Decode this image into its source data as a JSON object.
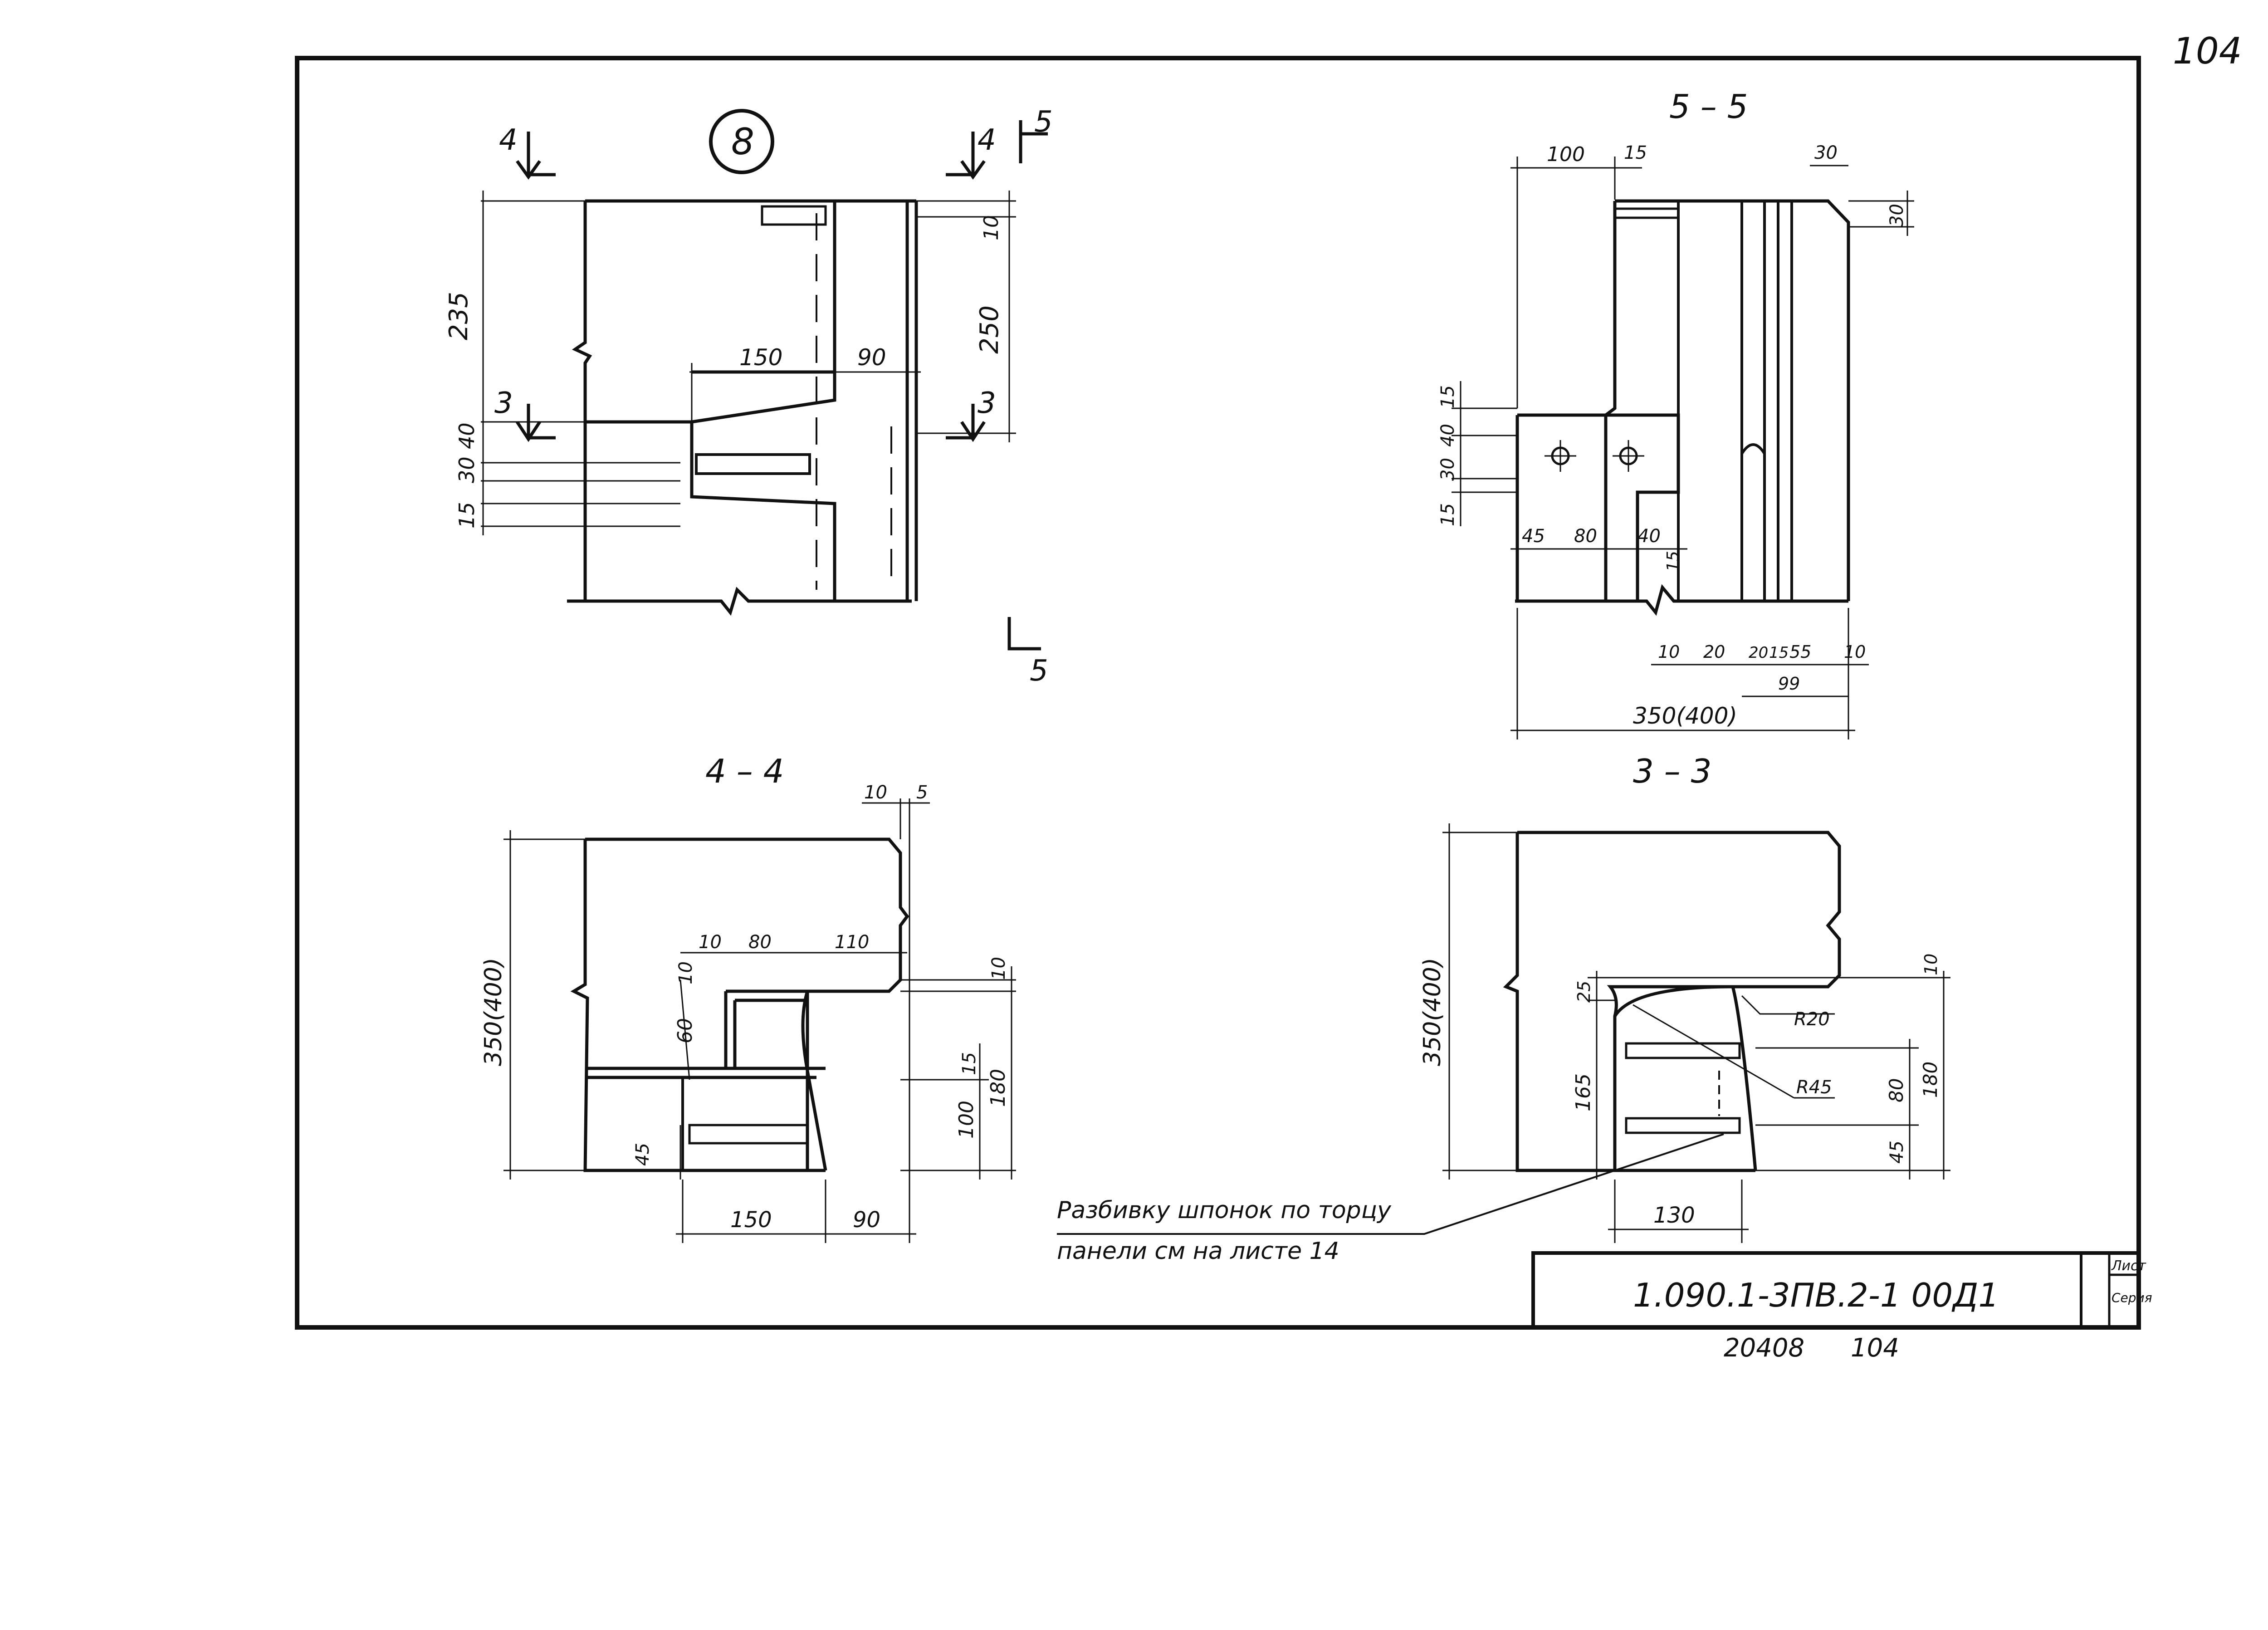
{
  "sheet": {
    "page_number": "104",
    "detail_marker": "8",
    "document_code": "1.090.1-3ПВ.2-1  00Д1",
    "stamp_numbers": [
      "20408",
      "104"
    ],
    "stamp_header_1": "Лист",
    "stamp_header_2": "Серия"
  },
  "sections": {
    "s44": "4 – 4",
    "s55": "5 – 5",
    "s33": "3 – 3",
    "cut4": "4",
    "cut3": "3",
    "cut5": "5"
  },
  "note": {
    "line1": "Разбивку шпонок по торцу",
    "line2": "панели см на листе 14"
  },
  "dims": {
    "d8": [
      "235",
      "250",
      "10",
      "150",
      "90",
      "40",
      "30",
      "15"
    ],
    "d55": [
      "100",
      "15",
      "30",
      "30",
      "15",
      "40",
      "30",
      "15",
      "45",
      "80",
      "40",
      "15",
      "10",
      "20",
      "20",
      "15",
      "55",
      "10",
      "99",
      "350(400)"
    ],
    "d44": [
      "10",
      "5",
      "350(400)",
      "10",
      "80",
      "110",
      "10",
      "10",
      "60",
      "15",
      "100",
      "180",
      "45",
      "150",
      "90"
    ],
    "d33": [
      "350(400)",
      "10",
      "25",
      "R20",
      "R45",
      "165",
      "80",
      "180",
      "45",
      "130"
    ]
  }
}
